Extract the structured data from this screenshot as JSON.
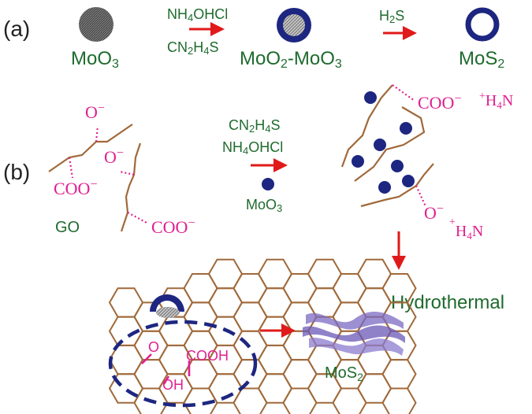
{
  "labels": {
    "panel_a": "(a)",
    "panel_b": "(b)",
    "moo3": "MoO",
    "moo3_sub": "3",
    "moo2_moo3_a": "MoO",
    "moo2_moo3_sub1": "2",
    "moo2_moo3_b": "-MoO",
    "moo2_moo3_sub2": "3",
    "mos2": "MoS",
    "mos2_sub": "2",
    "reagent_a1": "NH",
    "reagent_a1_sub": "4",
    "reagent_a1_tail": "OHCl",
    "reagent_a2": "CN",
    "reagent_a2_sub1": "2",
    "reagent_a2_mid": "H",
    "reagent_a2_sub2": "4",
    "reagent_a2_tail": "S",
    "h2s": "H",
    "h2s_sub": "2",
    "h2s_tail": "S",
    "reagent_b1": "CN",
    "reagent_b1_sub1": "2",
    "reagent_b1_mid": "H",
    "reagent_b1_sub2": "4",
    "reagent_b1_tail": "S",
    "reagent_b2": "NH",
    "reagent_b2_sub": "4",
    "reagent_b2_tail": "OHCl",
    "moo3_b": "MoO",
    "moo3_b_sub": "3",
    "go": "GO",
    "o_minus_1": "O",
    "o_minus_2": "O",
    "coo_1": "COO",
    "coo_2": "COO",
    "coo_3": "COO",
    "o_minus_3": "O",
    "nh4_1": "H",
    "nh4_1_sub": "4",
    "nh4_1_tail": "N",
    "nh4_2": "H",
    "nh4_2_sub": "4",
    "nh4_2_tail": "N",
    "minus": "−",
    "plus": "+",
    "hydrothermal": "Hydrothermal",
    "o_group": "O",
    "cooh_group": "COOH",
    "oh_group": "OH",
    "mos2_bottom": "MoS",
    "mos2_bottom_sub": "2"
  },
  "colors": {
    "green": "#1f6b2e",
    "pink": "#e0208f",
    "brown": "#a0693a",
    "navy": "#1d2680",
    "arrow": "#e01a1a",
    "mos2_ribbon": "#7b6bc4"
  }
}
